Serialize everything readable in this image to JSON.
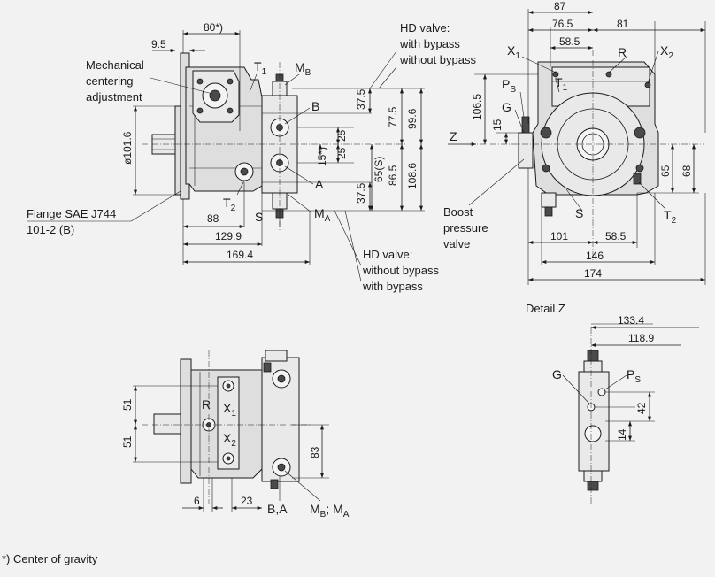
{
  "colors": {
    "background": "#f2f2f2",
    "line": "#1a1a1a",
    "body_fill": "#dedede"
  },
  "side_view": {
    "dims": {
      "d80": "80*)",
      "d9_5": "9.5",
      "d101_6": "ø101.6",
      "d88": "88",
      "d129_9": "129.9",
      "d169_4": "169.4",
      "d37_5a": "37.5",
      "d77_5": "77.5",
      "d99_6": "99.6",
      "d25a": "25",
      "d25b": "25",
      "d15": "15*)",
      "d65s": "65(S)",
      "d86_5": "86.5",
      "d108_6": "108.6",
      "d37_5b": "37.5"
    },
    "labels": {
      "t1": "T",
      "t1_sub": "1",
      "mb": "M",
      "mb_sub": "B",
      "b": "B",
      "a": "A",
      "ma": "M",
      "ma_sub": "A",
      "t2": "T",
      "t2_sub": "2",
      "s": "S"
    },
    "callouts": {
      "mech1": "Mechanical",
      "mech2": "centering",
      "mech3": "adjustment",
      "flange1": "Flange SAE J744",
      "flange2": "101-2 (B)",
      "hd_top1": "HD valve:",
      "hd_top2": "with bypass",
      "hd_top3": "without bypass",
      "hd_bot1": "HD valve:",
      "hd_bot2": "without bypass",
      "hd_bot3": "with bypass"
    }
  },
  "front_view": {
    "dims": {
      "d87": "87",
      "d76_5": "76.5",
      "d81": "81",
      "d58_5": "58.5",
      "d106_5": "106.5",
      "d15": "15",
      "d65": "65",
      "d68": "68",
      "d101": "101",
      "d58_5b": "58.5",
      "d146": "146",
      "d174": "174"
    },
    "labels": {
      "x1": "X",
      "x1_sub": "1",
      "r": "R",
      "x2": "X",
      "x2_sub": "2",
      "ps": "P",
      "ps_sub": "S",
      "t1": "T",
      "t1_sub": "1",
      "g": "G",
      "z": "Z",
      "s": "S",
      "t2": "T",
      "t2_sub": "2"
    },
    "callouts": {
      "boost1": "Boost",
      "boost2": "pressure",
      "boost3": "valve"
    }
  },
  "top_view": {
    "dims": {
      "d51a": "51",
      "d51b": "51",
      "d83": "83",
      "d6": "6",
      "d23": "23"
    },
    "labels": {
      "r": "R",
      "x1": "X",
      "x1_sub": "1",
      "x2": "X",
      "x2_sub": "2",
      "ba": "B,A",
      "mbma": "M",
      "mbma_sub1": "B",
      "mbma_mid": "; M",
      "mbma_sub2": "A"
    }
  },
  "detail_z": {
    "title": "Detail Z",
    "dims": {
      "d133_4": "133.4",
      "d118_9": "118.9",
      "d42": "42",
      "d14": "14"
    },
    "labels": {
      "g": "G",
      "ps": "P",
      "ps_sub": "S"
    }
  },
  "footnote": "*) Center of gravity"
}
